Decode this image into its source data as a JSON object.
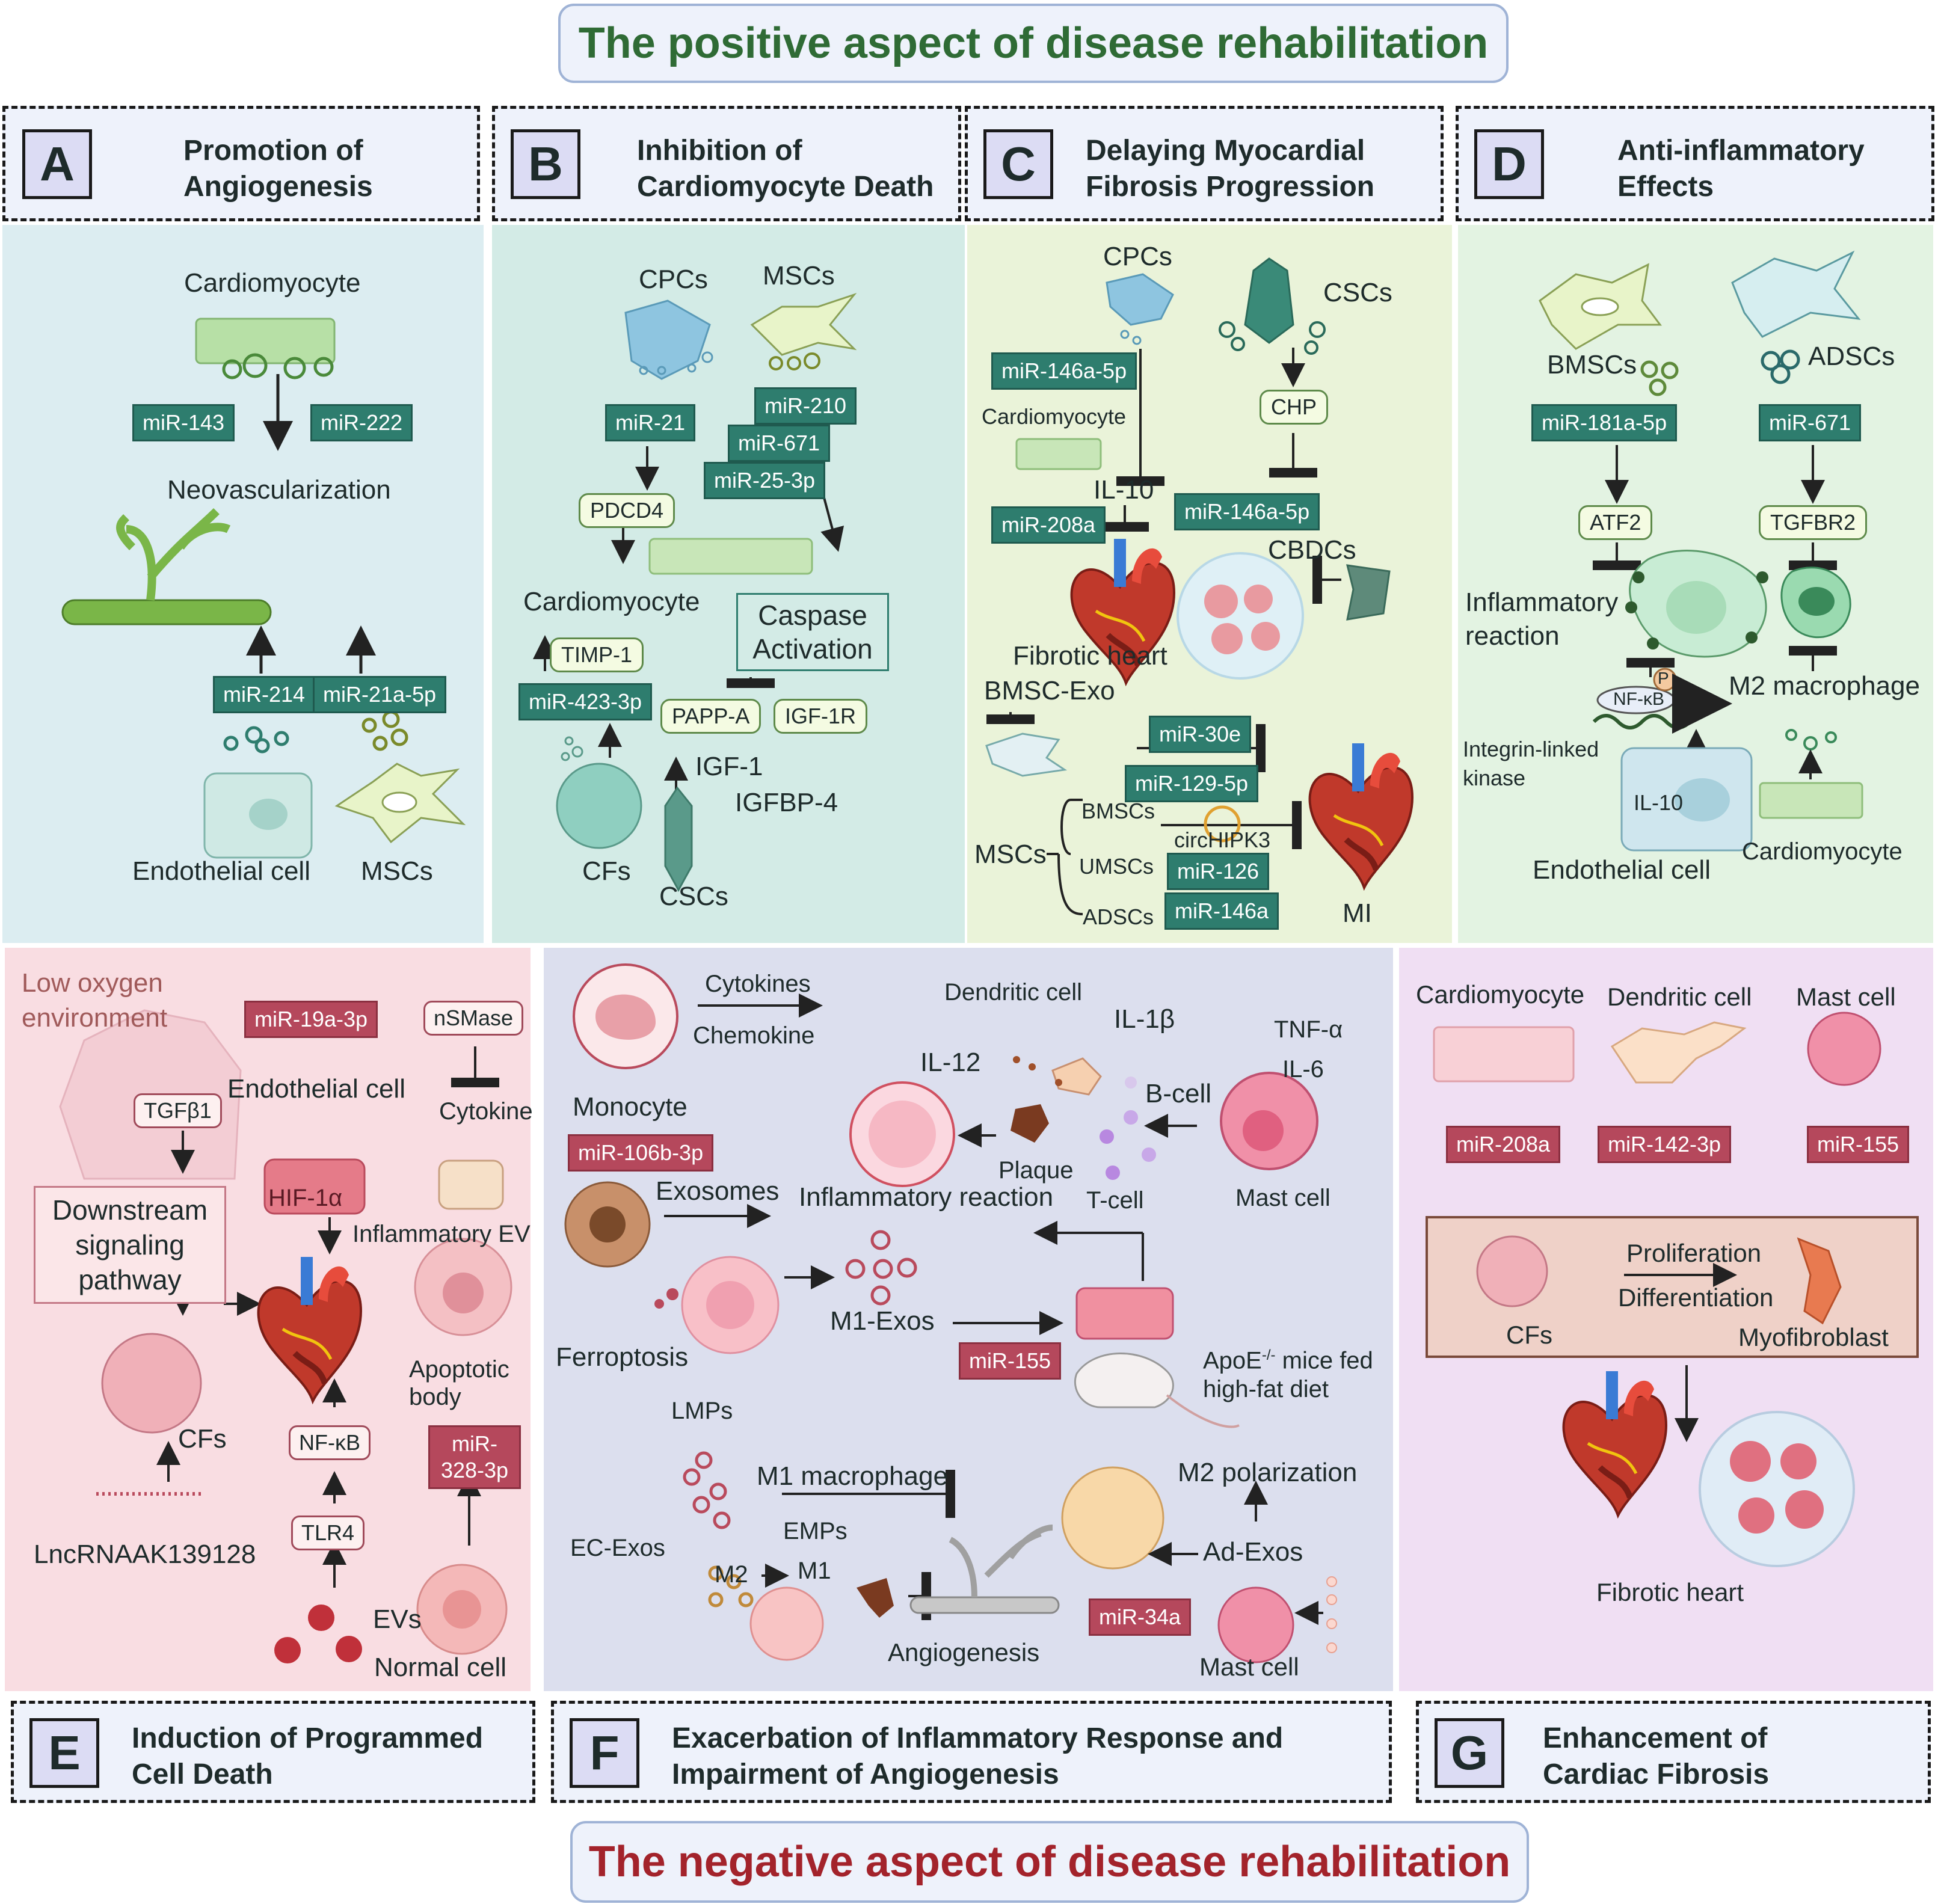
{
  "top_banner": "The positive aspect of disease rehabilitation",
  "bottom_banner": "The negative aspect of disease rehabilitation",
  "panels": {
    "A": {
      "letter": "A",
      "title": "Promotion of Angiogenesis",
      "cardiomyocyte": "Cardiomyocyte",
      "mir_143": "miR-143",
      "mir_222": "miR-222",
      "neovascularization": "Neovascularization",
      "mir_214": "miR-214",
      "mir_21a": "miR-21a-5p",
      "endothelial": "Endothelial cell",
      "mscs": "MSCs"
    },
    "B": {
      "letter": "B",
      "title": "Inhibition of Cardiomyocyte Death",
      "cpcs": "CPCs",
      "mscs": "MSCs",
      "mir_21": "miR-21",
      "mir_210": "miR-210",
      "mir_671": "miR-671",
      "mir_25": "miR-25-3p",
      "pdcd4": "PDCD4",
      "cardiomyocyte": "Cardiomyocyte",
      "caspase": "Caspase Activation",
      "timp1": "TIMP-1",
      "mir_423": "miR-423-3p",
      "pappa": "PAPP-A",
      "igf1r": "IGF-1R",
      "igf1": "IGF-1",
      "igfbp4": "IGFBP-4",
      "cfs": "CFs",
      "cscs": "CSCs"
    },
    "C": {
      "letter": "C",
      "title": "Delaying Myocardial Fibrosis Progression",
      "cpcs": "CPCs",
      "cscs": "CSCs",
      "mir_146a_1": "miR-146a-5p",
      "cardiomyocyte": "Cardiomyocyte",
      "chp": "CHP",
      "il10": "IL-10",
      "mir_208a": "miR-208a",
      "mir_146a_2": "miR-146a-5p",
      "cbdcs": "CBDCs",
      "fibrotic_heart": "Fibrotic heart",
      "bmsc_exo": "BMSC-Exo",
      "mir_30e": "miR-30e",
      "mir_129": "miR-129-5p",
      "bmscs": "BMSCs",
      "circhipk3": "circHIPK3",
      "mscs": "MSCs",
      "umscs": "UMSCs",
      "mir_126": "miR-126",
      "adscs": "ADSCs",
      "mir_146a_3": "miR-146a",
      "mi": "MI"
    },
    "D": {
      "letter": "D",
      "title": "Anti-inflammatory Effects",
      "bmscs": "BMSCs",
      "adscs": "ADSCs",
      "mir_181": "miR-181a-5p",
      "mir_671": "miR-671",
      "atf2": "ATF2",
      "tgfbr2": "TGFBR2",
      "inflammatory": "Inflammatory reaction",
      "p": "P",
      "nfkb": "NF-κB",
      "m2": "M2 macrophage",
      "ilk": "Integrin-linked kinase",
      "il10": "IL-10",
      "endothelial": "Endothelial cell",
      "cardiomyocyte": "Cardiomyocyte"
    },
    "E": {
      "letter": "E",
      "title": "Induction of Programmed Cell Death",
      "low_oxygen": "Low oxygen environment",
      "mir_19a": "miR-19a-3p",
      "nsmase": "nSMase",
      "tgfb1": "TGFβ1",
      "endothelial": "Endothelial cell",
      "cytokine": "Cytokine",
      "downstream": "Downstream signaling pathway",
      "hif": "HIF-1α",
      "inflammatory_ev": "Inflammatory EV",
      "apoptotic": "Apoptotic body",
      "cfs": "CFs",
      "nfkb": "NF-κB",
      "mir_328": "miR-328-3p",
      "tlr4": "TLR4",
      "lnc": "LncRNAAK139128",
      "evs": "EVs",
      "normal": "Normal cell"
    },
    "F": {
      "letter": "F",
      "title": "Exacerbation of Inflammatory Response and Impairment of Angiogenesis",
      "cytokines": "Cytokines",
      "chemokine": "Chemokine",
      "dendritic": "Dendritic cell",
      "il1b": "IL-1β",
      "tnfa": "TNF-α",
      "il6": "IL-6",
      "il12": "IL-12",
      "bcell": "B-cell",
      "monocyte": "Monocyte",
      "mir_106b": "miR-106b-3p",
      "plaque": "Plaque",
      "tcell": "T-cell",
      "mast1": "Mast cell",
      "exosomes": "Exosomes",
      "inflammatory": "Inflammatory reaction",
      "ferroptosis": "Ferroptosis",
      "m1exos": "M1-Exos",
      "mir_155": "miR-155",
      "apoe": "ApoE",
      "apoe_sup": "-/-",
      "apoe_rest": " mice fed",
      "hfd": "high-fat diet",
      "lmps": "LMPs",
      "m1mac": "M1 macrophage",
      "m2pol": "M2 polarization",
      "ecexos": "EC-Exos",
      "emps": "EMPs",
      "adexos": "Ad-Exos",
      "m2": "M2",
      "m1": "M1",
      "mir_34a": "miR-34a",
      "angiogenesis": "Angiogenesis",
      "mast2": "Mast cell"
    },
    "G": {
      "letter": "G",
      "title": "Enhancement of Cardiac Fibrosis",
      "cardiomyocyte": "Cardiomyocyte",
      "dendritic": "Dendritic cell",
      "mast": "Mast cell",
      "mir_208a": "miR-208a",
      "mir_142": "miR-142-3p",
      "mir_155": "miR-155",
      "proliferation": "Proliferation",
      "differentiation": "Differentiation",
      "cfs": "CFs",
      "myofibroblast": "Myofibroblast",
      "fibrotic_heart": "Fibrotic heart"
    }
  },
  "colors": {
    "positive_title": "#2f6b35",
    "negative_title": "#a3232b",
    "panel_A": "#dcedf1",
    "panel_B": "#d3ebe6",
    "panel_C": "#eaf3d9",
    "panel_D": "#e3f3e2",
    "panel_E": "#f9dde2",
    "panel_F": "#dcdfee",
    "panel_G": "#f0dff3"
  }
}
